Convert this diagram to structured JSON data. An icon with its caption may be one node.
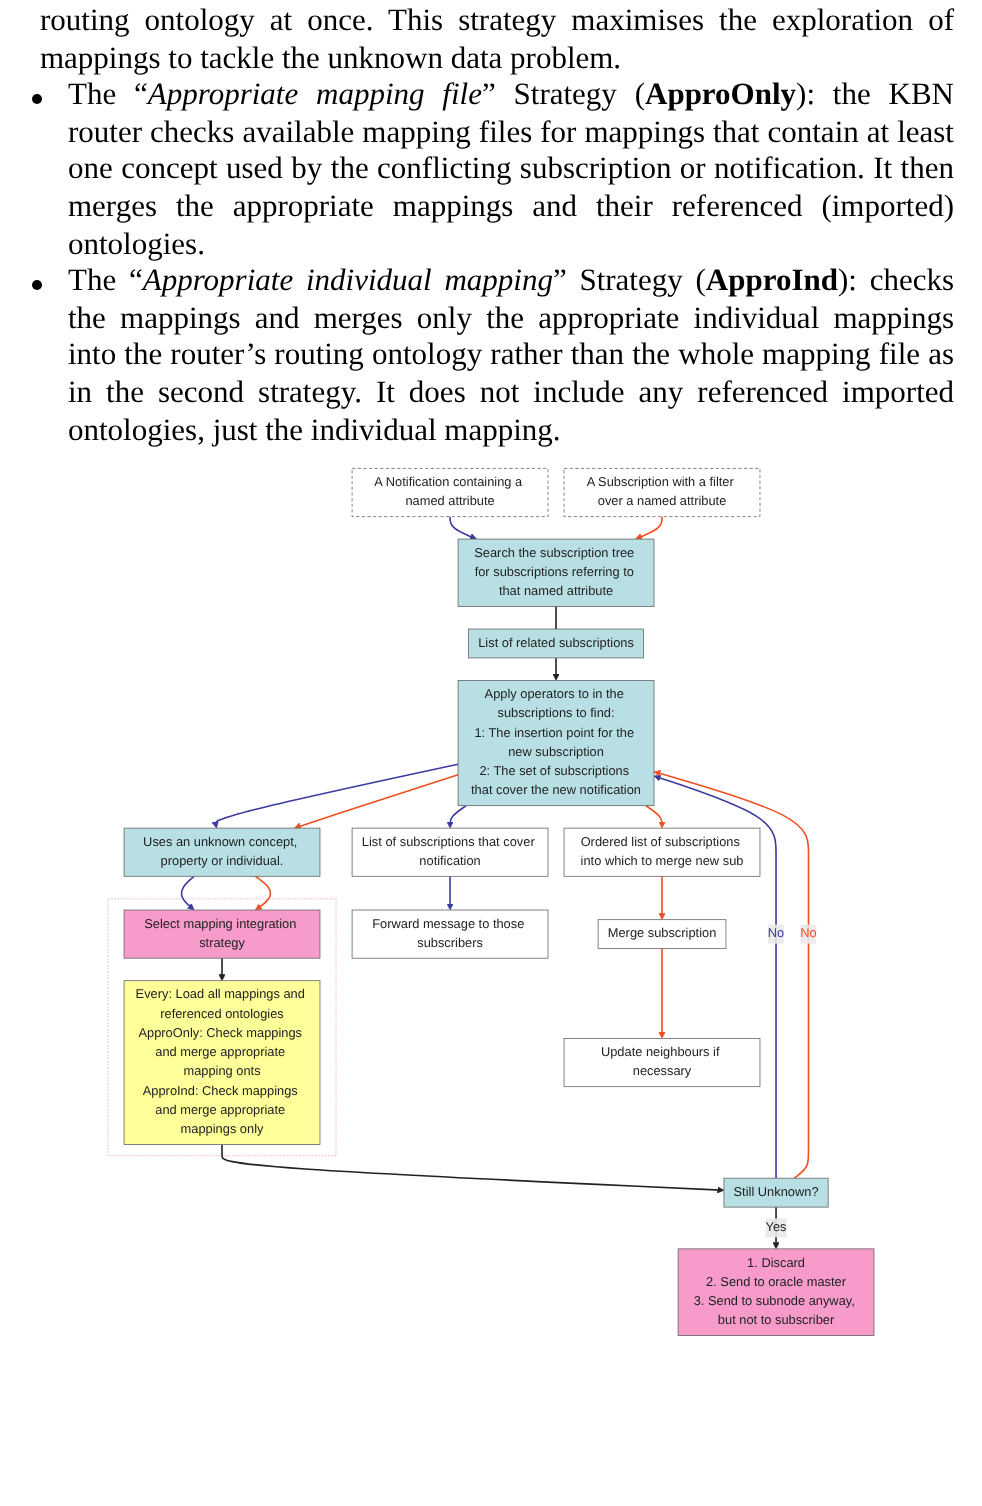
{
  "diagram": {
    "nodes": [
      {
        "text": [
          "A Notification containing a named attribute"
        ]
      },
      {
        "text": [
          "A Subscription with a filter over a named attribute"
        ]
      },
      {
        "text": [
          "Search the subscription tree for subscriptions referring to that named attribute"
        ]
      },
      {
        "text": [
          "List of related subscriptions"
        ]
      },
      {
        "text": [
          "Apply operators to in the subscriptions to find:",
          "1: The insertion point for the new subscription",
          "2: The set of subscriptions that cover the new notification"
        ]
      },
      {
        "text": [
          "List of subscriptions that cover notification"
        ]
      },
      {
        "text": [
          "Ordered list of subscriptions into which to merge new sub"
        ]
      },
      {
        "text": [
          "Uses an unknown concept, property or individual."
        ]
      },
      {
        "text": [],
        "shape": "box"
      },
      {
        "text": [
          "Select mapping integration strategy"
        ],
        "in": 8
      },
      {
        "text": [
          "Every: Load all mappings and referenced ontologies",
          "ApproOnly: Check mappings and merge appropriate mapping onts",
          "ApproInd: Check mappings and merge appropriate mappings only"
        ],
        "in": 8
      },
      {
        "text": [
          "Forward message to those subscribers"
        ]
      },
      {
        "text": [
          "Merge subscription"
        ]
      },
      {
        "text": [
          "Update neighbours if necessary"
        ]
      },
      {
        "text": [
          "Still Unknown?"
        ]
      },
      {
        "text": [
          "1. Discard",
          "2. Send to oracle master",
          "3. Send to subnode anyway, but not to subscriber"
        ]
      }
    ],
    "edges": [
      {
        "from": 0,
        "to": 2,
        "arrow": "to",
        "color": "#3b3ba0"
      },
      {
        "from": 1,
        "to": 2,
        "arrow": "to",
        "color": "#f04e23"
      },
      {
        "from": 2,
        "to": 3,
        "arrow": "none",
        "color": "#222222"
      },
      {
        "from": 3,
        "to": 4,
        "arrow": "to",
        "color": "#222222"
      },
      {
        "from": 4,
        "to": 5,
        "arrow": "to",
        "color": "#3b3ba0"
      },
      {
        "from": 4,
        "to": 6,
        "arrow": "to",
        "color": "#f04e23"
      },
      {
        "from": 4,
        "to": 7,
        "arrow": "to",
        "color": "#3b3ba0"
      },
      {
        "from": 4,
        "to": 7,
        "arrow": "to",
        "color": "#f04e23"
      },
      {
        "from": 7,
        "to": 9,
        "arrow": "to",
        "color": "#3b3ba0"
      },
      {
        "from": 7,
        "to": 9,
        "arrow": "to",
        "color": "#f04e23"
      },
      {
        "from": 9,
        "to": 10,
        "arrow": "to",
        "color": "#222222"
      },
      {
        "from": 10,
        "to": 14,
        "arrow": "to",
        "color": "#222222"
      },
      {
        "from": 14,
        "to": 4,
        "arrow": "to",
        "label": "No",
        "color": "#3b3ba0"
      },
      {
        "from": 14,
        "to": 4,
        "arrow": "to",
        "label": "No",
        "color": "#f04e23"
      },
      {
        "from": 5,
        "to": 11,
        "arrow": "to",
        "color": "#3b3ba0"
      },
      {
        "from": 6,
        "to": 12,
        "arrow": "to",
        "color": "#f04e23"
      },
      {
        "from": 12,
        "to": 13,
        "arrow": "to",
        "color": "#f04e23"
      },
      {
        "from": 14,
        "to": 15,
        "arrow": "to",
        "label": "Yes",
        "color": "#222222"
      }
    ],
    "labels": [
      "routing ontology at once. This strategy maximises the exploration of mappings to tackle the unknown data problem.",
      "The “*Appropriate mapping file*” Strategy (**ApproOnly**): the KBN router checks available mapping files for mappings that contain at least one concept used by the conflicting subscription or notification. It then merges the appropriate mappings and their referenced (imported) ontologies.",
      "The “*Appropriate individual mapping*” Strategy (**ApproInd**): checks the mappings and merges only the appropriate individual mappings into the router’s routing ontology rather than the whole mapping file as in the second strategy. It does not include any referenced imported ontologies, just the individual mapping."
    ]
  }
}
